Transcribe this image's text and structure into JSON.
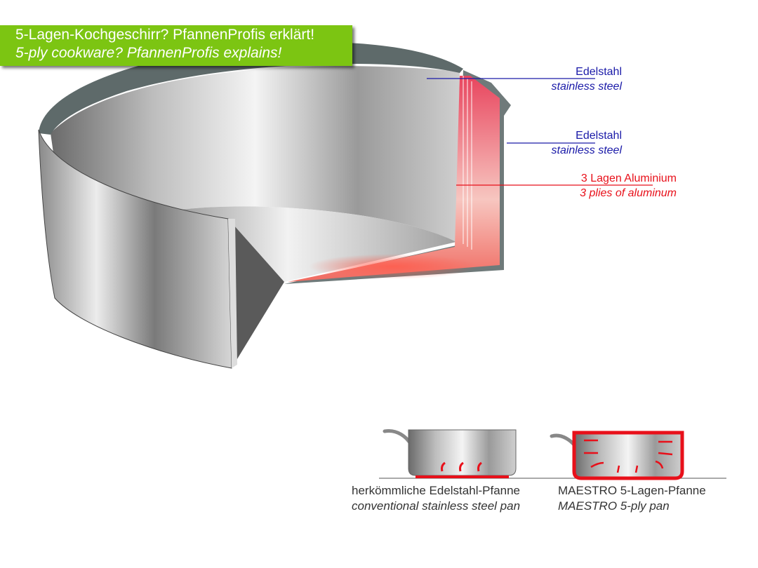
{
  "banner": {
    "title_de": "5-Lagen-Kochgeschirr? PfannenProfis erklärt!",
    "title_en": "5-ply cookware? PfannenProfis explains!"
  },
  "labels": [
    {
      "de": "Edelstahl",
      "en": "stainless steel"
    },
    {
      "de": "Edelstahl",
      "en": "stainless steel"
    },
    {
      "de": "3 Lagen Aluminium",
      "en": "3 plies of aluminum"
    }
  ],
  "comparison": [
    {
      "de": "herkömmliche Edelstahl-Pfanne",
      "en": "conventional stainless steel pan"
    },
    {
      "de": "MAESTRO 5-Lagen-Pfanne",
      "en": "MAESTRO 5-ply pan"
    }
  ],
  "colors": {
    "banner": "#7cc512",
    "steel_label": "#1a1aa8",
    "aluminum_label": "#e8101a",
    "heat": "#e8101a"
  }
}
